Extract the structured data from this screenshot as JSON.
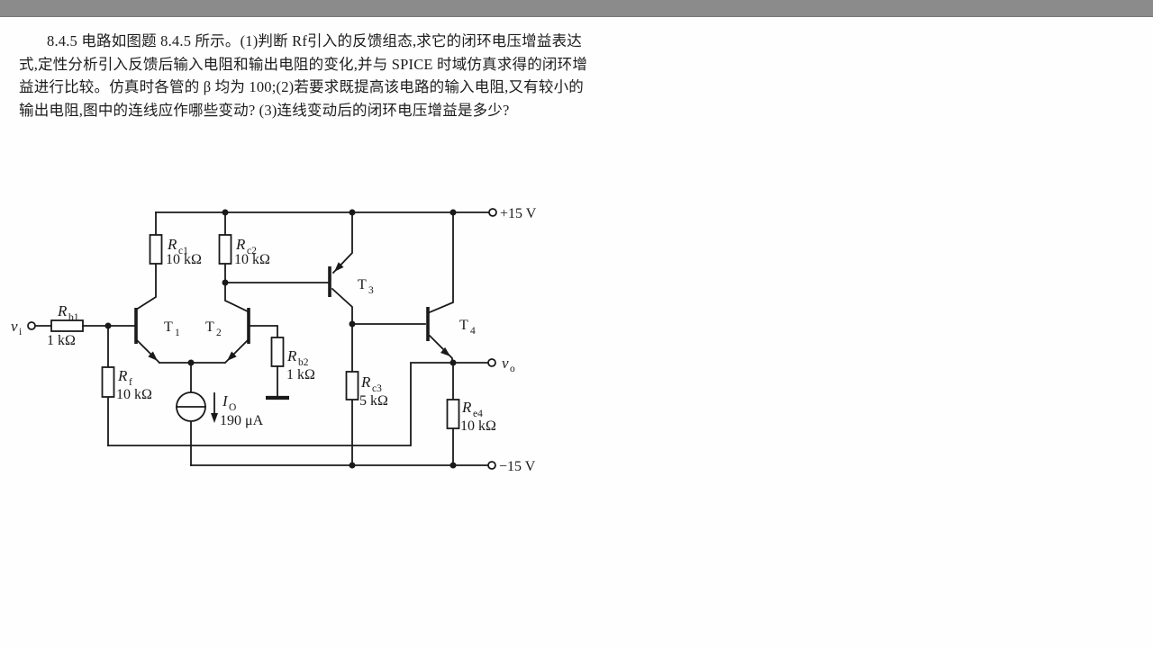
{
  "problem": {
    "number": "8.4.5",
    "lines": [
      "8.4.5  电路如图题 8.4.5 所示。(1)判断 Rf引入的反馈组态,求它的闭环电压增益表达",
      "式,定性分析引入反馈后输入电阻和输出电阻的变化,并与 SPICE 时域仿真求得的闭环增",
      "益进行比较。仿真时各管的 β 均为 100;(2)若要求既提高该电路的输入电阻,又有较小的",
      "输出电阻,图中的连线应作哪些变动? (3)连线变动后的闭环电压增益是多少?"
    ]
  },
  "circuit": {
    "supplies": {
      "vcc": "+15 V",
      "vee": "−15 V"
    },
    "vi": {
      "sym": "v",
      "sub": "i"
    },
    "vo": {
      "sym": "v",
      "sub": "o"
    },
    "t1": {
      "sym": "T",
      "sub": "1"
    },
    "t2": {
      "sym": "T",
      "sub": "2"
    },
    "t3": {
      "sym": "T",
      "sub": "3"
    },
    "t4": {
      "sym": "T",
      "sub": "4"
    },
    "rb1": {
      "sym": "R",
      "sub": "b1",
      "val": "1 kΩ"
    },
    "rc1": {
      "sym": "R",
      "sub": "c1",
      "val": "10 kΩ"
    },
    "rc2": {
      "sym": "R",
      "sub": "c2",
      "val": "10 kΩ"
    },
    "rf": {
      "sym": "R",
      "sub": "f",
      "val": "10 kΩ"
    },
    "rb2": {
      "sym": "R",
      "sub": "b2",
      "val": "1 kΩ"
    },
    "rc3": {
      "sym": "R",
      "sub": "c3",
      "val": "5 kΩ"
    },
    "re4": {
      "sym": "R",
      "sub": "e4",
      "val": "10 kΩ"
    },
    "io": {
      "sym": "I",
      "sub": "O",
      "val": "190 μA"
    }
  }
}
